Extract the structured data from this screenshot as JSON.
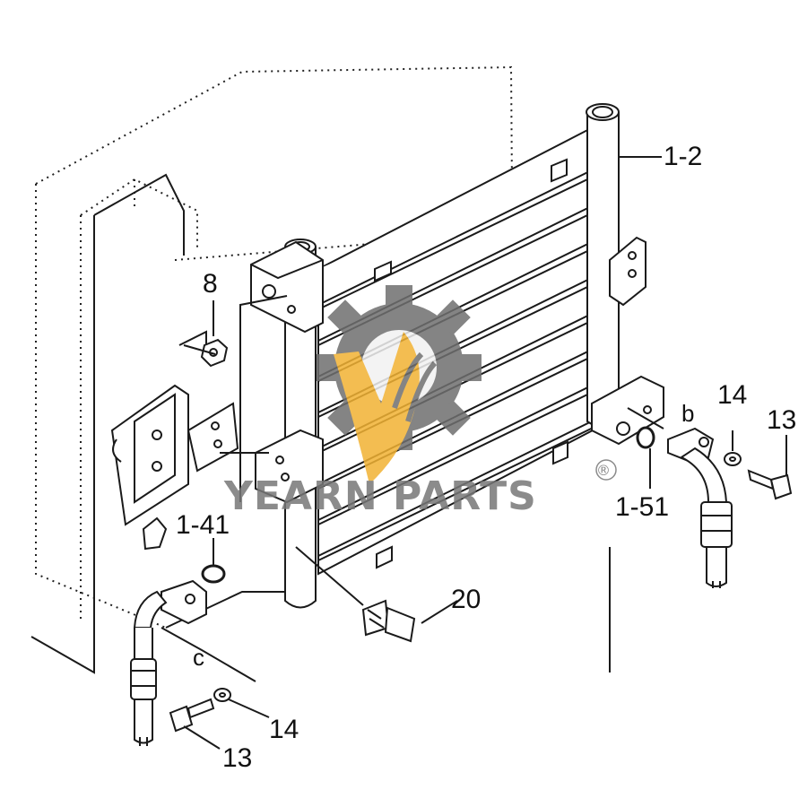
{
  "labels": {
    "top_right_part": "1-2",
    "nut": "8",
    "left_oring": "1-41",
    "right_oring": "1-51",
    "right_marker": "b",
    "left_marker": "c",
    "right_washer": "14",
    "right_bolt": "13",
    "left_washer": "14",
    "left_bolt": "13",
    "center_bolt": "20"
  },
  "watermark": {
    "text": "YEARN PARTS",
    "registered_mark": "®",
    "gear_color": "#6f6f6f",
    "flame_color": "#f2b233"
  },
  "colors": {
    "line": "#1a1a1a",
    "background": "#ffffff"
  }
}
